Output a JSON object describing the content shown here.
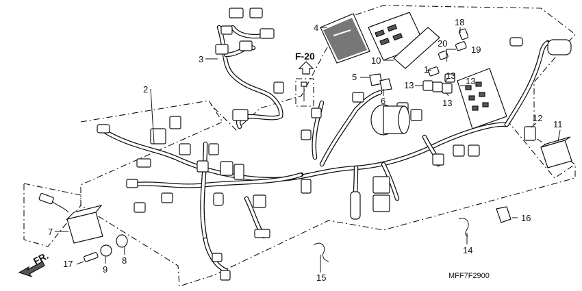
{
  "callouts": [
    {
      "id": "c1",
      "text": "1"
    },
    {
      "id": "c2",
      "text": "2"
    },
    {
      "id": "c3",
      "text": "3"
    },
    {
      "id": "c4",
      "text": "4"
    },
    {
      "id": "c5",
      "text": "5"
    },
    {
      "id": "c6",
      "text": "6"
    },
    {
      "id": "c7",
      "text": "7"
    },
    {
      "id": "c8",
      "text": "8"
    },
    {
      "id": "c9",
      "text": "9"
    },
    {
      "id": "c10",
      "text": "10"
    },
    {
      "id": "c11",
      "text": "11"
    },
    {
      "id": "c12",
      "text": "12"
    },
    {
      "id": "c13a",
      "text": "13"
    },
    {
      "id": "c13b",
      "text": "13"
    },
    {
      "id": "c13c",
      "text": "13"
    },
    {
      "id": "c13d",
      "text": "13"
    },
    {
      "id": "c14",
      "text": "14"
    },
    {
      "id": "c15",
      "text": "15"
    },
    {
      "id": "c16",
      "text": "16"
    },
    {
      "id": "c17",
      "text": "17"
    },
    {
      "id": "c18",
      "text": "18"
    },
    {
      "id": "c19",
      "text": "19"
    },
    {
      "id": "c20",
      "text": "20"
    }
  ],
  "reference_label": "F-20",
  "front_label": "FR.",
  "diagram_code": "MFF7F2900"
}
